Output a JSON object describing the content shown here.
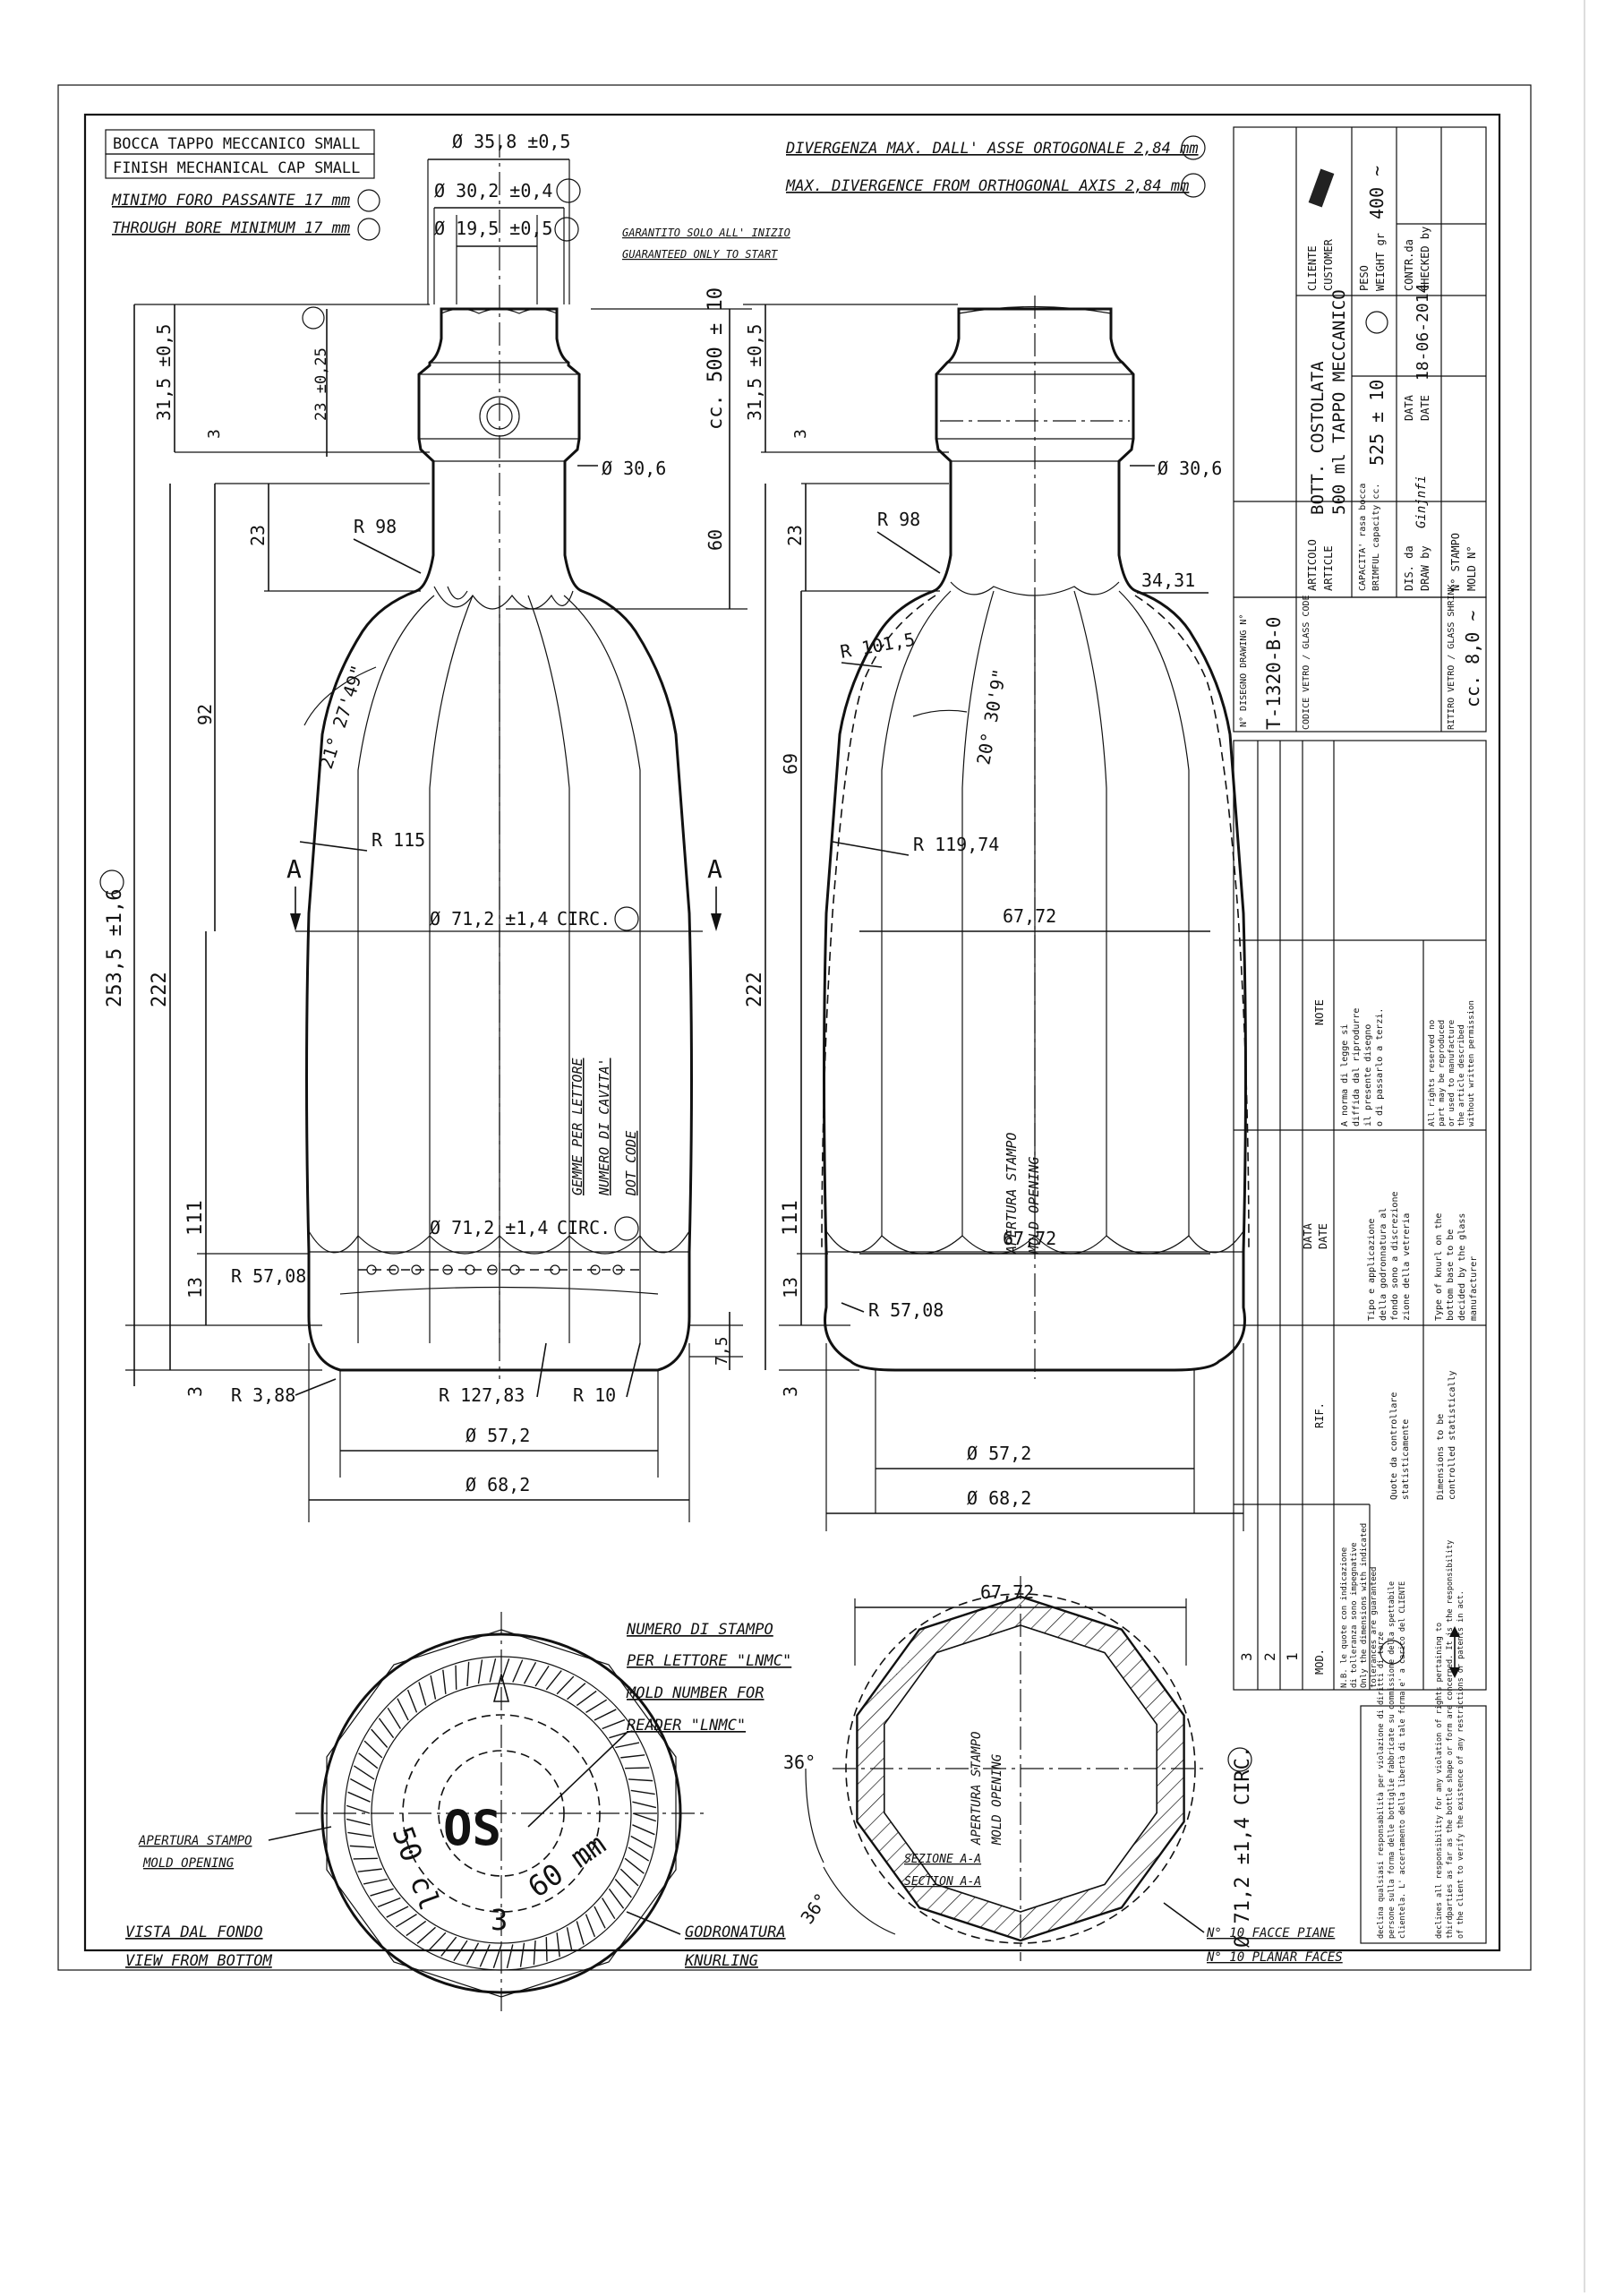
{
  "header_left": {
    "finish_it": "BOCCA TAPPO MECCANICO SMALL",
    "finish_en": "FINISH MECHANICAL CAP SMALL",
    "bore_it": "MINIMO FORO PASSANTE 17 mm",
    "bore_en": "THROUGH BORE MINIMUM 17 mm",
    "guaranteed_it": "GARANTITO SOLO ALL' INIZIO",
    "guaranteed_en": "GUARANTEED ONLY TO START"
  },
  "header_center": {
    "divergence_it": "DIVERGENZA MAX. DALL' ASSE ORTOGONALE 2,84 mm",
    "divergence_en": "MAX. DIVERGENCE FROM ORTHOGONAL AXIS 2,84 mm"
  },
  "critical_symbol": "Ⓒ",
  "left_view": {
    "d_top": "Ø 35,8 ±0,5",
    "d_mid": "Ø 30,2 ±0,4",
    "d_bore": "Ø 19,5 ±0,5",
    "d_neck": "Ø 30,6",
    "capacity": "cc. 500 ± 10",
    "h_60": "60",
    "h_finish": "31,5 ±0,5",
    "h_23_025": "23 ±0,25",
    "h_3": "3",
    "h_23": "23",
    "h_92": "92",
    "h_total": "253,5 ±1,6",
    "h_222": "222",
    "h_111": "111",
    "h_13": "13",
    "h_3b": "3",
    "h_7_5": "7,5",
    "r_98": "R 98",
    "angle": "21° 27'49\"",
    "r_115": "R 115",
    "section_a": "A",
    "d_body": "Ø 71,2 ±1,4",
    "circ": "CIRC.",
    "d_body_low": "Ø 71,2 ±1,4",
    "r_57": "R 57,08",
    "r_388": "R 3,88",
    "r_12783": "R 127,83",
    "r_10": "R 10",
    "d_57": "Ø 57,2",
    "d_68": "Ø 68,2",
    "reader_1": "GEMME PER LETTORE",
    "reader_2": "NUMERO DI CAVITA'",
    "reader_3": "DOT CODE"
  },
  "right_view": {
    "h_finish": "31,5 ±0,5",
    "h_3": "3",
    "d_neck": "Ø 30,6",
    "r_98": "R 98",
    "h_23": "23",
    "w_3431": "34,31",
    "r_1015": "R 101,5",
    "angle": "20° 30'9\"",
    "h_69": "69",
    "r_11974": "R 119,74",
    "w_6772": "67,72",
    "h_222": "222",
    "mold_it": "APERTURA STAMPO",
    "mold_en": "MOLD OPENING",
    "h_111": "111",
    "w_6772_low": "67,72",
    "h_13": "13",
    "r_57": "R 57,08",
    "h_3b": "3",
    "d_57": "Ø 57,2",
    "d_68": "Ø 68,2"
  },
  "bottom_view": {
    "mold_num_1": "NUMERO DI STAMPO",
    "mold_num_2": "PER LETTORE \"LNMC\"",
    "mold_num_3": "MOLD NUMBER FOR",
    "mold_num_4": "READER \"LNMC\"",
    "logo": "OS",
    "capacity_text": "50 cl",
    "mold_code": "3",
    "height_text": "60 mm",
    "opening_it": "APERTURA STAMPO",
    "opening_en": "MOLD OPENING",
    "view_it": "VISTA DAL FONDO",
    "view_en": "VIEW FROM BOTTOM",
    "knurl_it": "GODRONATURA",
    "knurl_en": "KNURLING"
  },
  "section_view": {
    "w": "67,72",
    "angle_1": "36°",
    "angle_2": "36°",
    "opening_it": "APERTURA STAMPO",
    "opening_en": "MOLD OPENING",
    "section_it": "SEZIONE A-A",
    "section_en": "SECTION A-A",
    "faces_it": "N° 10 FACCE PIANE",
    "faces_en": "N° 10 PLANAR FACES",
    "circ": "Ø 71,2 ±1,4 CIRC."
  },
  "title_block": {
    "cliente_lbl": "CLIENTE",
    "customer_lbl": "CUSTOMER",
    "articolo_lbl": "ARTICOLO",
    "article_lbl": "ARTICLE",
    "article_1": "BOTT. COSTOLATA",
    "article_2": "500 ml TAPPO MECCANICO",
    "capacity_lbl_1": "CAPACITA' rasa bocca",
    "capacity_lbl_2": "BRIMFUL capacity cc.",
    "capacity_val": "525 ± 10",
    "peso_lbl": "PESO",
    "weight_lbl": "WEIGHT gr",
    "weight_val": "400 ~",
    "dis_lbl": "DIS. da",
    "draw_lbl": "DRAW by",
    "draw_val": "Ginjnfi",
    "data_lbl": "DATA",
    "date_lbl": "DATE",
    "date_val": "18-06-2014",
    "contr_lbl": "CONTR.da",
    "checked_lbl": "CHECKED by",
    "stampo_lbl": "N° STAMPO",
    "mold_lbl": "MOLD N°",
    "drawing_lbl": "N° DISEGNO  DRAWING N°",
    "drawing_val": "T-1320-B-0",
    "glass_code_lbl": "CODICE VETRO / GLASS CODE",
    "shrink_lbl": "RITIRO VETRO / GLASS SHRINK",
    "shrink_val": "cc. 8,0 ~",
    "note_lbl": "NOTE",
    "rev_3": "3",
    "rev_2": "2",
    "rev_1": "1",
    "mod_lbl": "MOD.",
    "rif_lbl": "RIF.",
    "data_date_1": "DATA",
    "data_date_2": "DATE",
    "nb_1": "N.B. le quote con indicazione",
    "nb_2": "di tolleranza sono impegnative",
    "nb_3": "Only the dimensions with indicated",
    "nb_4": "tolerances are guaranteed",
    "stat_1": "Quote da controllare",
    "stat_2": "statisticamente",
    "stat_3": "Dimensions to be",
    "stat_4": "controlled statistically",
    "knurl_1": "Tipo e applicazione",
    "knurl_2": "della godronnatura al",
    "knurl_3": "fondo sono a discrezione",
    "knurl_4": "zione della vetreria",
    "knurl_5": "Type of knurl on the",
    "knurl_6": "bottom base to be",
    "knurl_7": "decided by the glass",
    "knurl_8": "manufacturer",
    "legal_1": "A norma di legge si",
    "legal_2": "diffida dal riprodurre",
    "legal_3": "il presente disegno",
    "legal_4": "o di passarlo a terzi.",
    "legal_5": "All rights reserved no",
    "legal_6": "part may be reproduced",
    "legal_7": "or used to manufacture",
    "legal_8": "the article described",
    "legal_9": "without written permission",
    "disclaimer_1": "declina qualsiasi responsabilità per violazione di diritti di terze",
    "disclaimer_2": "persone sulla forma delle bottiglie fabbricate su commissione della spettabile",
    "disclaimer_3": "clientela. L' accertamento della libertà di tale forma e' a carico del CLIENTE",
    "disclaimer_4": "declines all responsibility for any violation of rights pertaining to",
    "disclaimer_5": "thirdparties as far as the bottle shape or form are concerned. It is the responsibility",
    "disclaimer_6": "of the client to verify the existence of any restrictions or patents in act."
  }
}
